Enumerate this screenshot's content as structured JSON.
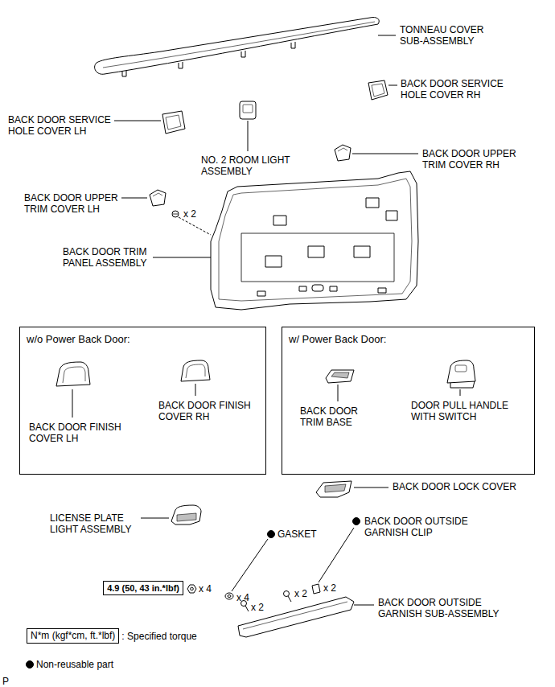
{
  "diagram": {
    "nodes": [
      {
        "text": [
          "w/o Power Back Door:",
          "BACK DOOR FINISH COVER LH",
          "BACK DOOR FINISH COVER RH"
        ]
      },
      {
        "text": [
          "w/ Power Back Door:",
          "BACK DOOR TRIM BASE",
          "DOOR PULL HANDLE WITH SWITCH"
        ]
      },
      {
        "text": [
          "4.9 (50, 43 in.*lbf)"
        ]
      },
      {
        "text": [
          "N*m (kgf*cm, ft.*lbf)"
        ]
      }
    ],
    "labels": [
      "TONNEAU COVER SUB-ASSEMBLY",
      "BACK DOOR SERVICE HOLE COVER RH",
      "BACK DOOR SERVICE HOLE COVER LH",
      "NO. 2 ROOM LIGHT ASSEMBLY",
      "BACK DOOR UPPER TRIM COVER RH",
      "BACK DOOR UPPER TRIM COVER LH",
      "x 2",
      "BACK DOOR TRIM PANEL ASSEMBLY",
      "BACK DOOR LOCK COVER",
      "LICENSE PLATE LIGHT ASSEMBLY",
      "GASKET",
      "BACK DOOR OUTSIDE GARNISH CLIP",
      "x 4",
      "x 4",
      "x 2",
      "x 2",
      "x 2",
      "BACK DOOR OUTSIDE GARNISH SUB-ASSEMBLY",
      ": Specified torque",
      "Non-reusable part",
      "P"
    ]
  }
}
